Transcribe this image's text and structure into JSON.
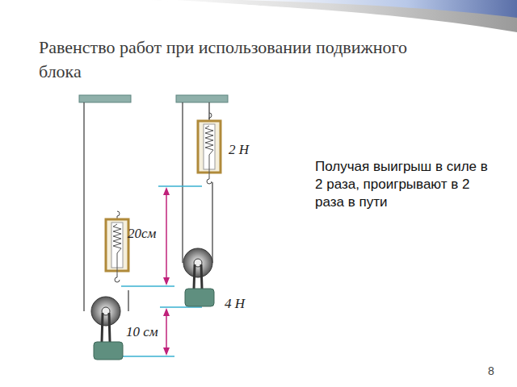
{
  "diagram": {
    "title": "Равенство работ при использовании подвижного блока",
    "labels": [
      "2 Н",
      "20см",
      "4 Н",
      "10 см",
      "Получая выигрыш в силе в 2 раза, проигрывают в 2 раза в пути",
      "8"
    ]
  }
}
